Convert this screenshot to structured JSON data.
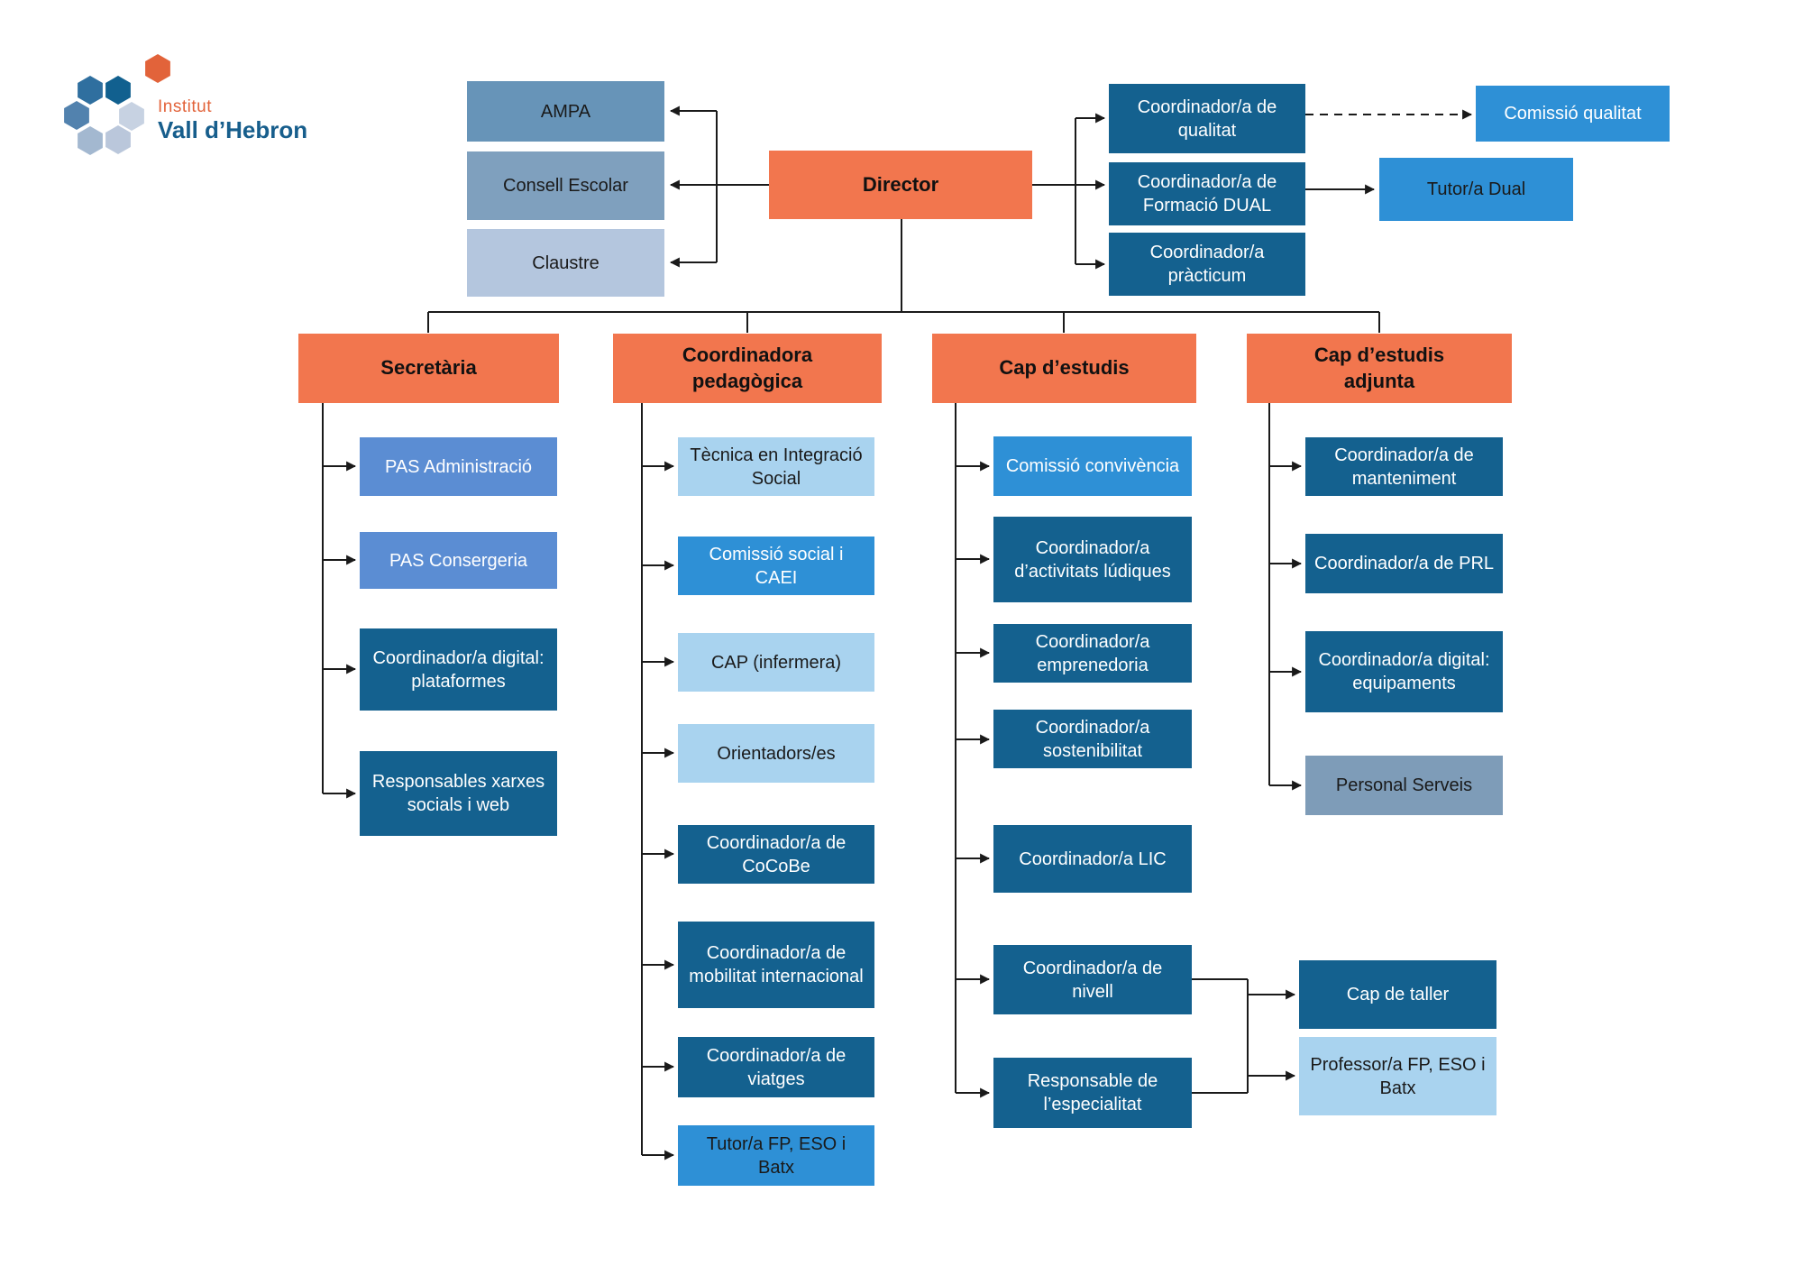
{
  "colors": {
    "orange": "#F2764E",
    "dark_blue": "#14618F",
    "bright_blue": "#2E90D6",
    "light_blue": "#A9D3EF",
    "cornflower_blue": "#5B8DD3",
    "steel_blue": "#6794B8",
    "slate_blue": "#7FA0BE",
    "pale_blue": "#B4C6DE",
    "gray_blue": "#7E9CB8",
    "line": "#1A1A1A",
    "text_dark": "#1A1A1A",
    "text_light": "#FFFFFF",
    "logo_orange": "#E2633A",
    "logo_navy": "#175E8C"
  },
  "logo": {
    "institut": "Institut",
    "name": "Vall d’Hebron",
    "hex_colors": [
      "#E2633A",
      "#2F6F9F",
      "#11608F",
      "#5282AE",
      "#C7D2E2",
      "#A3B8D0",
      "#BAC7DB"
    ]
  },
  "org": {
    "director": "Director",
    "left": [
      "AMPA",
      "Consell Escolar",
      "Claustre"
    ],
    "right": [
      "Coordinador/a de qualitat",
      "Coordinador/a de Formació DUAL",
      "Coordinador/a pràcticum"
    ],
    "right_children": [
      "Comissió qualitat",
      "Tutor/a Dual"
    ],
    "branches": [
      {
        "title": "Secretària",
        "items": [
          "PAS Administració",
          "PAS Consergeria",
          "Coordinador/a digital: plataformes",
          "Responsables xarxes socials i web"
        ]
      },
      {
        "title": "Coordinadora pedagògica",
        "items": [
          "Tècnica en Integració Social",
          "Comissió social i CAEI",
          "CAP (infermera)",
          "Orientadors/es",
          "Coordinador/a de CoCoBe",
          "Coordinador/a de mobilitat internacional",
          "Coordinador/a de viatges",
          "Tutor/a FP, ESO i Batx"
        ]
      },
      {
        "title": "Cap d’estudis",
        "items": [
          "Comissió convivència",
          "Coordinador/a d’activitats lúdiques",
          "Coordinador/a emprenedoria",
          "Coordinador/a sostenibilitat",
          "Coordinador/a LIC",
          "Coordinador/a de nivell",
          "Responsable de l’especialitat"
        ],
        "children": [
          "Cap de taller",
          "Professor/a FP, ESO i Batx"
        ]
      },
      {
        "title": "Cap d’estudis adjunta",
        "items": [
          "Coordinador/a de manteniment",
          "Coordinador/a de PRL",
          "Coordinador/a digital: equipaments",
          "Personal Serveis"
        ]
      }
    ]
  }
}
